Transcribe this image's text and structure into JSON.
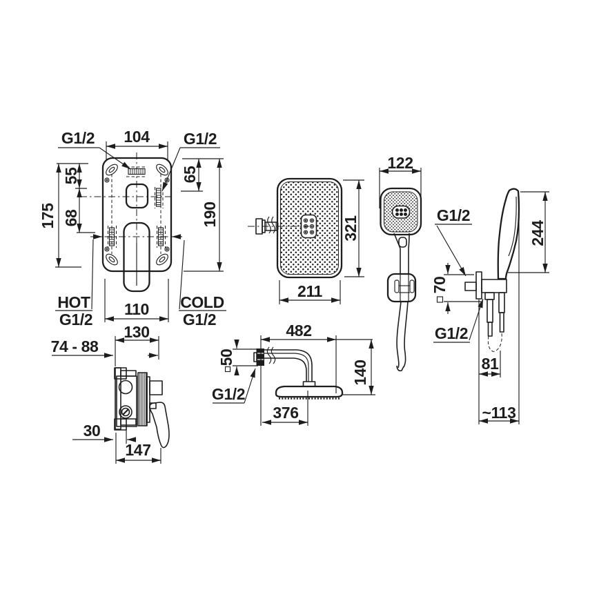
{
  "colors": {
    "ink": "#1d1d1d",
    "bg": "#ffffff"
  },
  "drawing": {
    "mixer_front": {
      "g12_top": "G1/2",
      "g12_side": "G1/2",
      "dim_top_width": "104",
      "dim_55": "55",
      "dim_68": "68",
      "dim_175": "175",
      "dim_65": "65",
      "dim_190": "190",
      "dim_110": "110",
      "hot": "HOT",
      "hot_thread": "G1/2",
      "cold": "COLD",
      "cold_thread": "G1/2"
    },
    "mixer_side": {
      "dim_130": "130",
      "dim_depth": "74 - 88",
      "dim_30": "30",
      "dim_147": "147"
    },
    "rain_head": {
      "dim_width": "211",
      "dim_height": "321"
    },
    "hand_shower": {
      "dim_width": "122"
    },
    "holder_side": {
      "dim_244": "244",
      "g12_outlet": "G1/2",
      "dim_70": "70",
      "g12_hose": "G1/2",
      "dim_81": "81",
      "dim_113": "~113"
    },
    "arm_side": {
      "dim_482": "482",
      "dim_50": "50",
      "g12": "G1/2",
      "dim_376": "376",
      "dim_140": "140"
    }
  }
}
